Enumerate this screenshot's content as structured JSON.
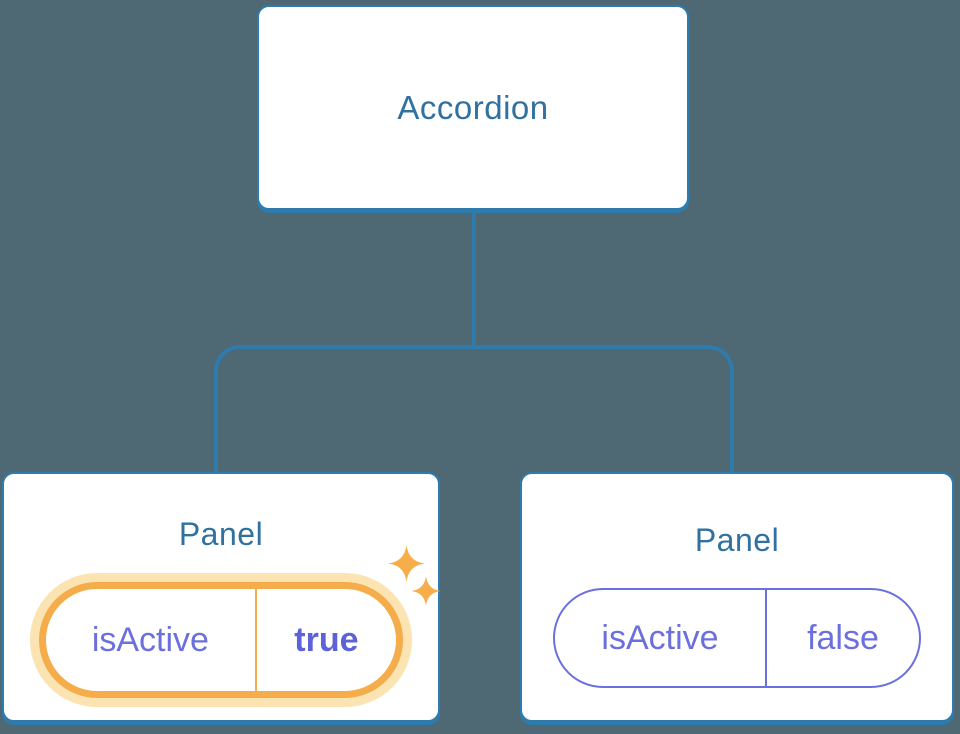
{
  "diagram": {
    "description": "React component tree: Accordion parent with two Panel children showing isActive state",
    "background_color": "#4E6874",
    "colors": {
      "connector": "#2E7CAD",
      "box-border": "#2E7CAD",
      "box-fill": "#FFFFFF",
      "heading": "#30719F",
      "purple": "#6B70DC",
      "purple-bold": "#5D62D9",
      "orange": "#F5AD4B",
      "glow": "#FCE3B2",
      "sparkle": "#F5AE4A",
      "bg": "#4E6874"
    },
    "root": {
      "label": "Accordion"
    },
    "children": [
      {
        "label": "Panel",
        "state_name": "isActive",
        "state_value": "true",
        "active": true,
        "decoration": "sparkles"
      },
      {
        "label": "Panel",
        "state_name": "isActive",
        "state_value": "false",
        "active": false
      }
    ]
  }
}
